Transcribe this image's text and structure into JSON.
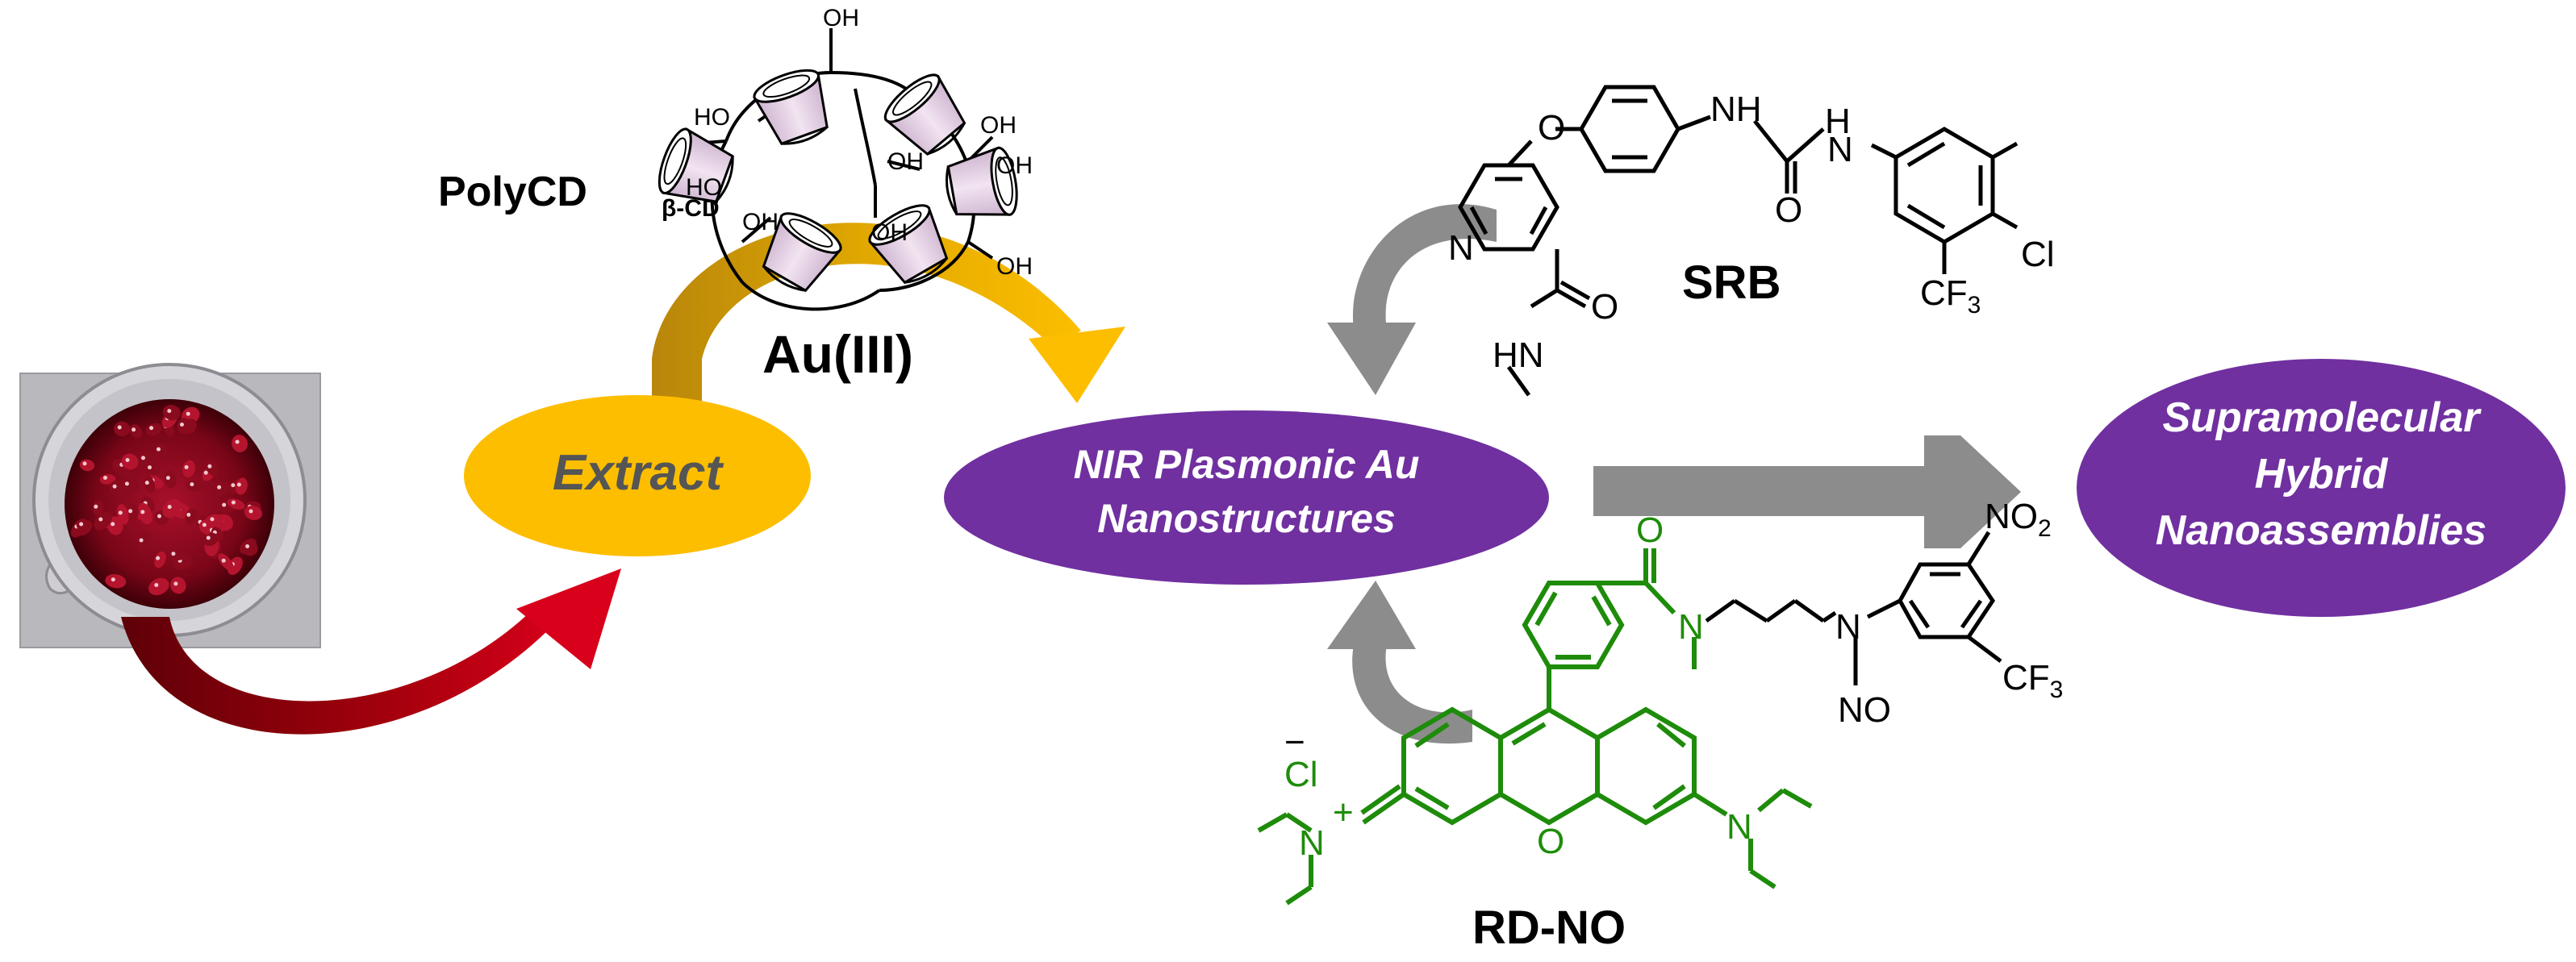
{
  "labels": {
    "polycd": "PolyCD",
    "beta_cd": "β-CD",
    "au_iii": "Au(III)",
    "extract": "Extract",
    "nir_line1": "NIR Plasmonic Au",
    "nir_line2": "Nanostructures",
    "supra_line1": "Supramolecular",
    "supra_line2": "Hybrid",
    "supra_line3": "Nanoassemblies",
    "srb": "SRB",
    "rdno": "RD-NO"
  },
  "polycd_atoms": {
    "oh": "OH",
    "ho": "HO"
  },
  "srb_atoms": {
    "o": "O",
    "nh": "NH",
    "h": "H",
    "cl": "Cl",
    "cf3": "CF",
    "sub3": "3",
    "n_ring": "N",
    "o_amide": "O",
    "hn": "HN",
    "o_urea": "O"
  },
  "rdno_atoms": {
    "o_amide": "O",
    "n_amide": "N",
    "n_nitroso": "N",
    "no": "NO",
    "no2": "NO",
    "sub2": "2",
    "cf3": "CF",
    "sub3": "3",
    "cl_minus": "Cl",
    "minus": "−",
    "plus": "+",
    "n_left": "N",
    "o_xanthene": "O",
    "n_right": "N"
  },
  "colors": {
    "gold": "#FDBE00",
    "gold_arrow": "#D49B0A",
    "purple": "#7030A0",
    "gray_text": "#555555",
    "gray_arrow": "#8C8C8C",
    "red_arrow": "#B3000E",
    "green": "#1E8C0A",
    "cd_fill": "#E9D6E8"
  }
}
